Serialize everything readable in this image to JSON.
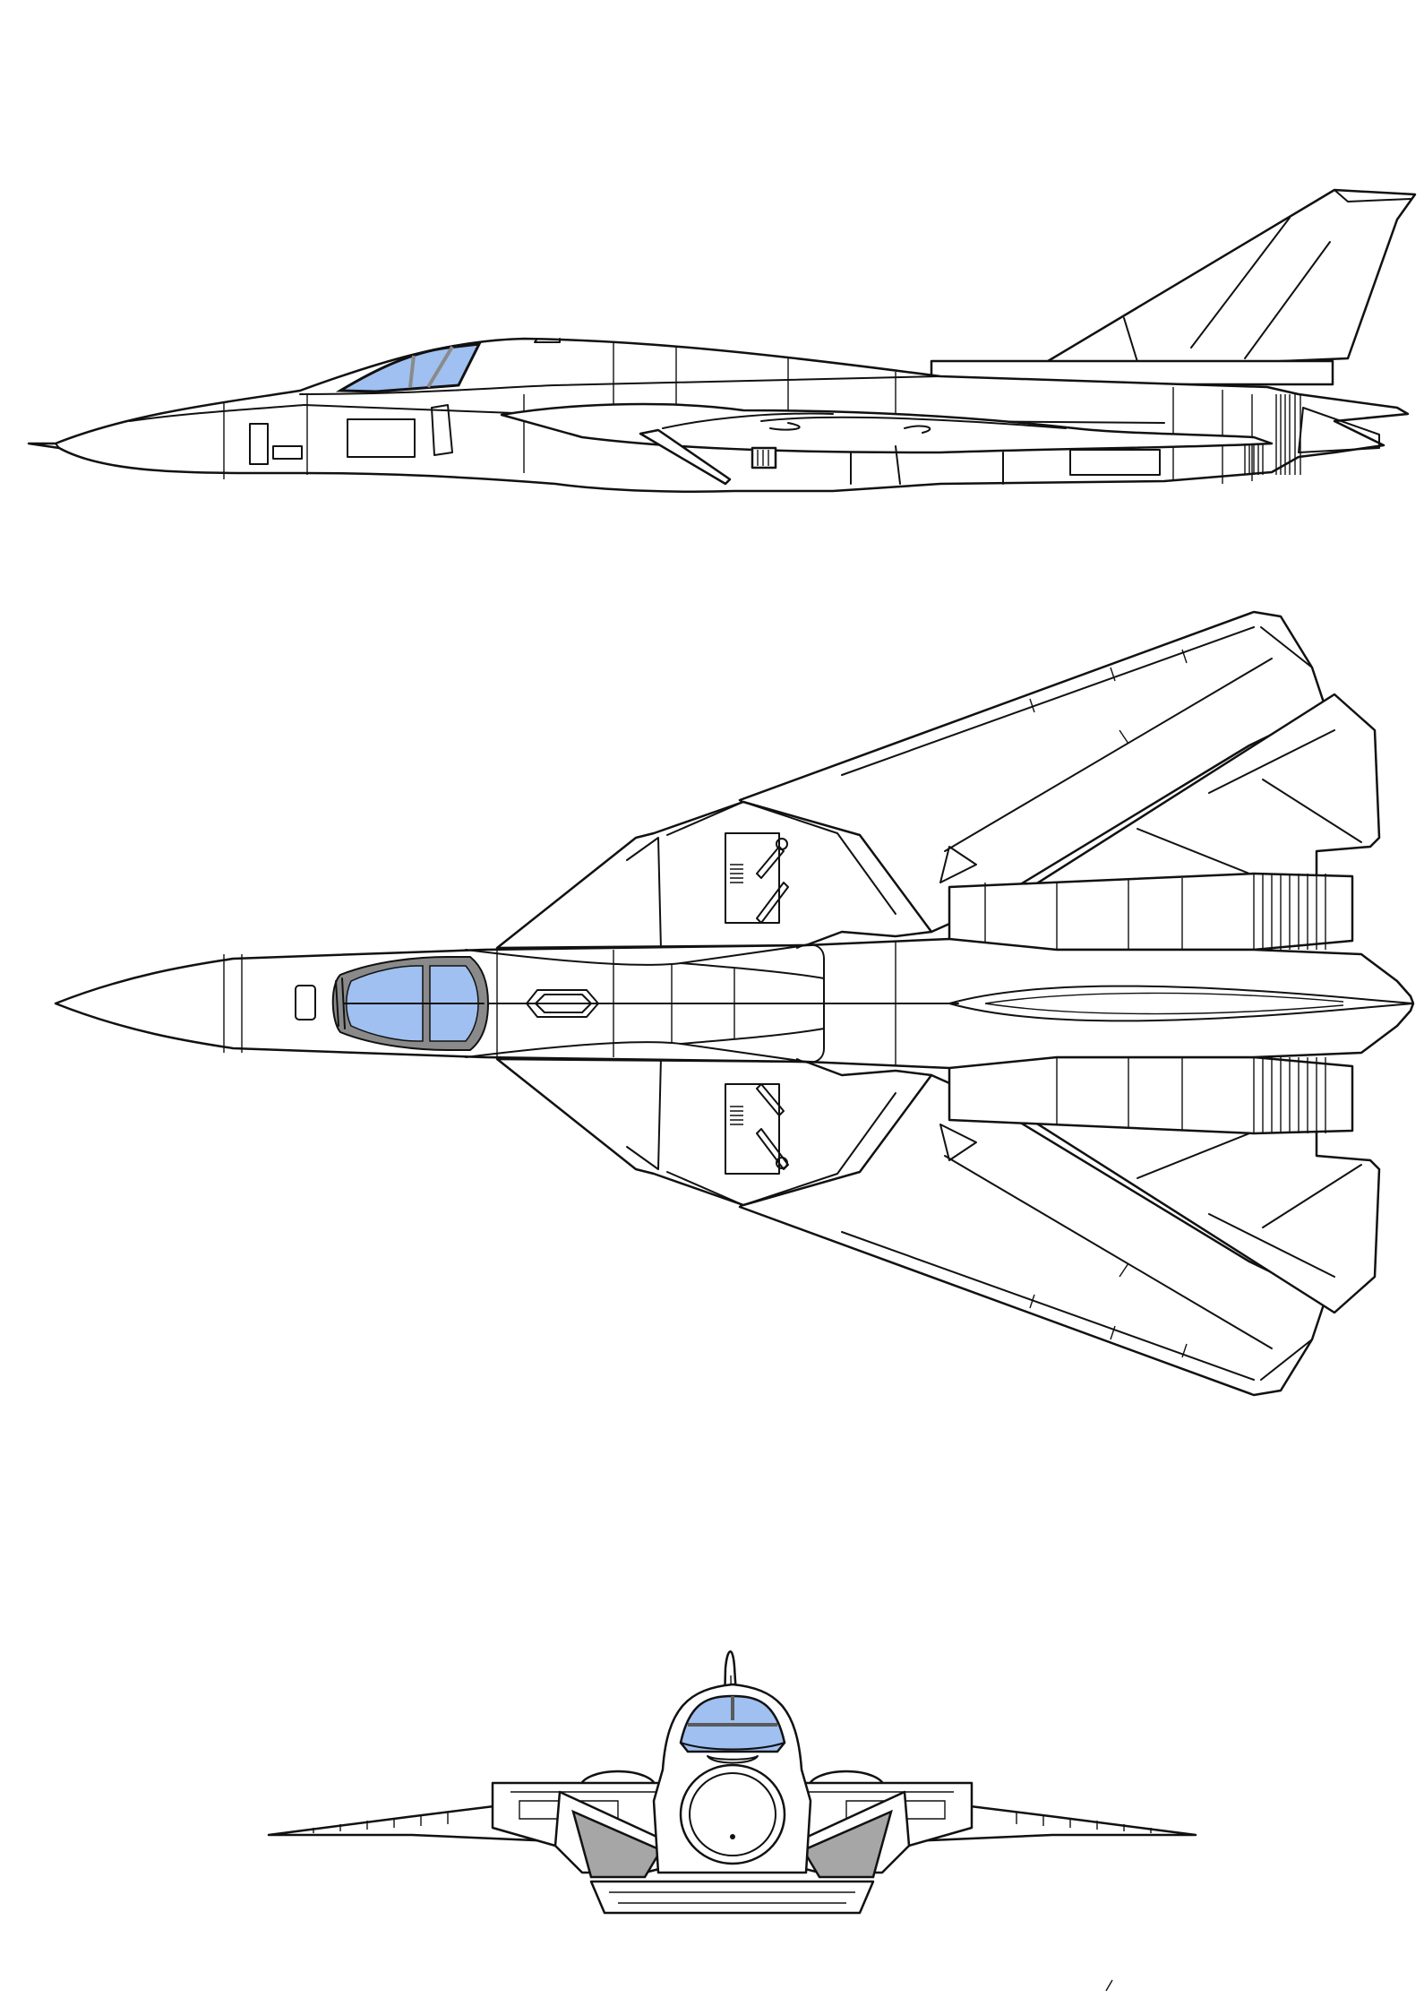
{
  "drawing": {
    "views": [
      "side-view",
      "top-view",
      "front-view"
    ],
    "colors": {
      "canopy_glass": "#9fc0f0",
      "canopy_frame": "#8a8a8a",
      "intake_face": "#a6a6a6",
      "line": "#111111",
      "paper": "#ffffff"
    }
  }
}
